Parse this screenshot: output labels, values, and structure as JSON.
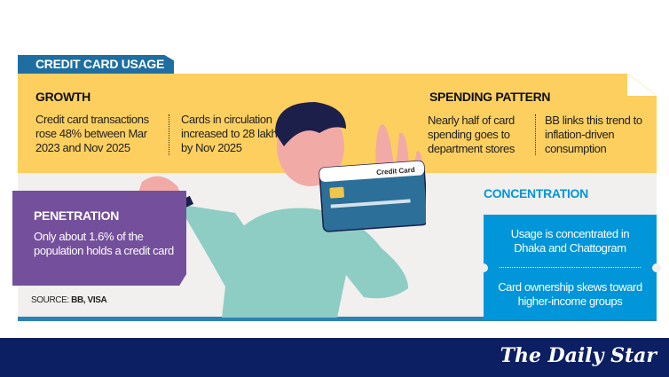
{
  "title": "CREDIT CARD USAGE",
  "growth": {
    "heading": "GROWTH",
    "items": [
      "Credit card transactions rose 48% between Mar 2023 and Nov 2025",
      "Cards in circulation increased to 28 lakh by Nov 2025"
    ]
  },
  "spending": {
    "heading": "SPENDING PATTERN",
    "items": [
      "Nearly half of card spending goes to department stores",
      "BB links this trend to inflation-driven consumption"
    ]
  },
  "penetration": {
    "heading": "PENETRATION",
    "text": "Only about 1.6% of the population holds a credit card"
  },
  "concentration": {
    "heading": "CONCENTRATION",
    "items": [
      "Usage is concentrated in Dhaka and Chattogram",
      "Card ownership skews toward higher-income groups"
    ]
  },
  "card_label": "Credit Card",
  "source": {
    "label": "SOURCE:",
    "value": "BB, VISA"
  },
  "logo": "The Daily Star",
  "colors": {
    "yellow": "#fccf5f",
    "purple": "#744f9b",
    "blue": "#0096d9",
    "navy": "#0c1f63",
    "tab": "#1f6ea1"
  }
}
